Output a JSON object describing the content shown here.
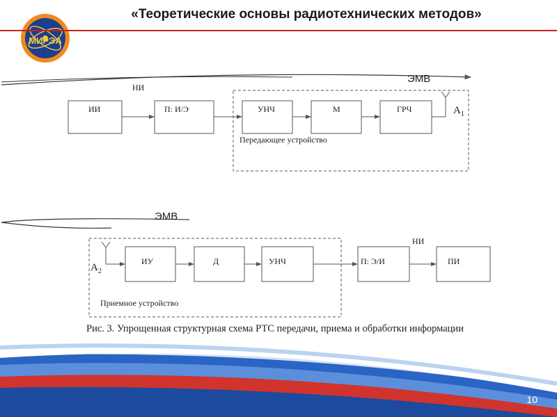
{
  "header": {
    "title": "«Теоретические основы радиотехнических методов»",
    "logo_text": "МИРЭА"
  },
  "transmitter": {
    "emv": "ЭМВ",
    "ni": "НИ",
    "blocks": [
      "ИИ",
      "П: И/Э",
      "УНЧ",
      "М",
      "ГРЧ"
    ],
    "antenna": "A",
    "antenna_sub": "1",
    "group_label": "Передающее устройство"
  },
  "receiver": {
    "emv": "ЭМВ",
    "ni": "НИ",
    "blocks": [
      "ИУ",
      "Д",
      "УНЧ",
      "П: Э/И",
      "ПИ"
    ],
    "antenna": "A",
    "antenna_sub": "2",
    "group_label": "Приемное устройство"
  },
  "caption": "Рис. 3. Упрощенная структурная схема РТС передачи, приема и обработки информации",
  "page_number": "10",
  "colors": {
    "accent_red": "#c81d1d",
    "wave_blue": "#1f5fb8",
    "wave_red": "#d0342c"
  }
}
